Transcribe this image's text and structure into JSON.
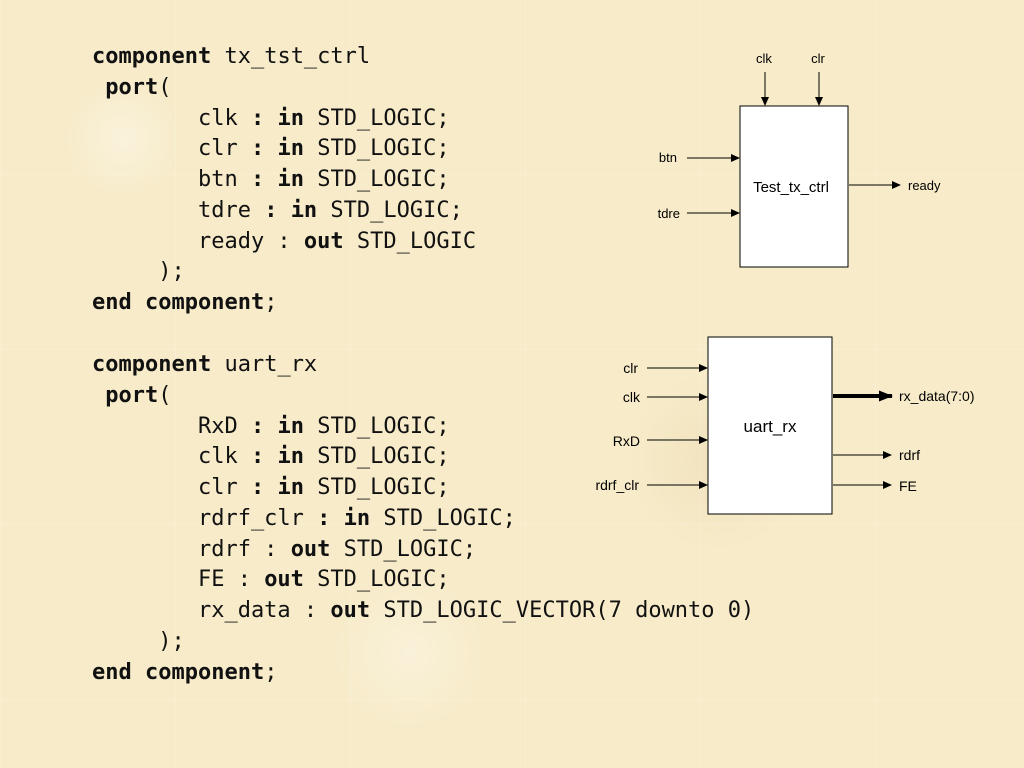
{
  "code_blocks": [
    {
      "lines": [
        [
          {
            "t": "component",
            "kw": true
          },
          {
            "t": " tx_tst_ctrl"
          }
        ],
        [
          {
            "t": " "
          },
          {
            "t": "port",
            "kw": true
          },
          {
            "t": "("
          }
        ],
        [
          {
            "t": "        clk "
          },
          {
            "t": ":",
            "kw": true
          },
          {
            "t": " "
          },
          {
            "t": "in",
            "kw": true
          },
          {
            "t": " STD_LOGIC;"
          }
        ],
        [
          {
            "t": "        clr "
          },
          {
            "t": ":",
            "kw": true
          },
          {
            "t": " "
          },
          {
            "t": "in",
            "kw": true
          },
          {
            "t": " STD_LOGIC;"
          }
        ],
        [
          {
            "t": "        btn "
          },
          {
            "t": ":",
            "kw": true
          },
          {
            "t": " "
          },
          {
            "t": "in",
            "kw": true
          },
          {
            "t": " STD_LOGIC;"
          }
        ],
        [
          {
            "t": "        tdre "
          },
          {
            "t": ":",
            "kw": true
          },
          {
            "t": " "
          },
          {
            "t": "in",
            "kw": true
          },
          {
            "t": " STD_LOGIC;"
          }
        ],
        [
          {
            "t": "        ready : "
          },
          {
            "t": "out",
            "kw": true
          },
          {
            "t": " STD_LOGIC"
          }
        ],
        [
          {
            "t": "     );"
          }
        ],
        [
          {
            "t": "end component",
            "kw": true
          },
          {
            "t": ";"
          }
        ]
      ]
    },
    {
      "lines": [
        [
          {
            "t": "component",
            "kw": true
          },
          {
            "t": " uart_rx"
          }
        ],
        [
          {
            "t": " "
          },
          {
            "t": "port",
            "kw": true
          },
          {
            "t": "("
          }
        ],
        [
          {
            "t": "        RxD "
          },
          {
            "t": ":",
            "kw": true
          },
          {
            "t": " "
          },
          {
            "t": "in",
            "kw": true
          },
          {
            "t": " STD_LOGIC;"
          }
        ],
        [
          {
            "t": "        clk "
          },
          {
            "t": ":",
            "kw": true
          },
          {
            "t": " "
          },
          {
            "t": "in",
            "kw": true
          },
          {
            "t": " STD_LOGIC;"
          }
        ],
        [
          {
            "t": "        clr "
          },
          {
            "t": ":",
            "kw": true
          },
          {
            "t": " "
          },
          {
            "t": "in",
            "kw": true
          },
          {
            "t": " STD_LOGIC;"
          }
        ],
        [
          {
            "t": "        rdrf_clr "
          },
          {
            "t": ":",
            "kw": true
          },
          {
            "t": " "
          },
          {
            "t": "in",
            "kw": true
          },
          {
            "t": " STD_LOGIC;"
          }
        ],
        [
          {
            "t": "        rdrf : "
          },
          {
            "t": "out",
            "kw": true
          },
          {
            "t": " STD_LOGIC;"
          }
        ],
        [
          {
            "t": "        FE : "
          },
          {
            "t": "out",
            "kw": true
          },
          {
            "t": " STD_LOGIC;"
          }
        ],
        [
          {
            "t": "        rx_data : "
          },
          {
            "t": "out",
            "kw": true
          },
          {
            "t": " STD_LOGIC_VECTOR(7 downto 0)"
          }
        ],
        [
          {
            "t": "     );"
          }
        ],
        [
          {
            "t": "end component",
            "kw": true
          },
          {
            "t": ";"
          }
        ]
      ]
    }
  ],
  "diagrams": {
    "tx_ctrl": {
      "block_label": "Test_tx_ctrl",
      "top_ports": [
        "clk",
        "clr"
      ],
      "left_ports": [
        "btn",
        "tdre"
      ],
      "right_ports": [
        "ready"
      ]
    },
    "uart_rx": {
      "block_label": "uart_rx",
      "left_ports": [
        "clr",
        "clk",
        "RxD",
        "rdrf_clr"
      ],
      "bus_port": "rx_data(7:0)",
      "right_ports": [
        "rdrf",
        "FE"
      ]
    }
  }
}
